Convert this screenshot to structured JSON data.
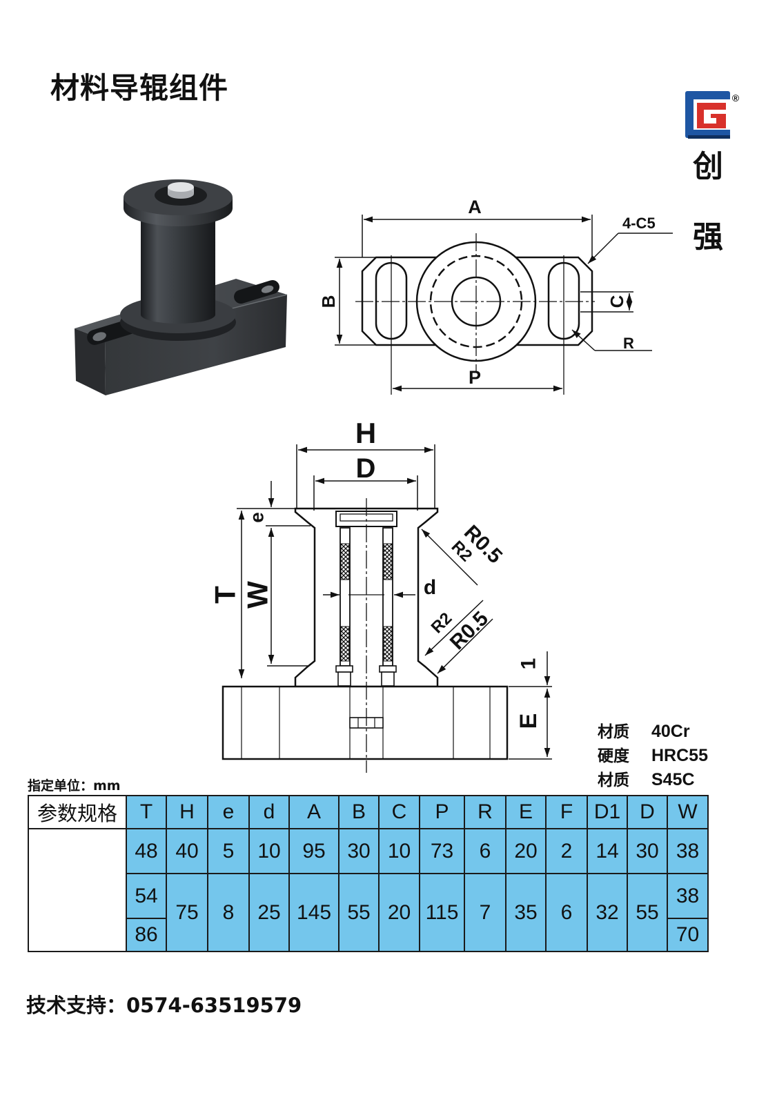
{
  "title": "材料导辊组件",
  "brand": {
    "logo_icon": "brand-logo-icon",
    "registered_mark": "®",
    "name_char_1": "创",
    "name_char_2": "强",
    "colors": {
      "blue": "#1e56a3",
      "red": "#d8312b"
    }
  },
  "top_view": {
    "dim_A": "A",
    "dim_chamfer": "4-C5",
    "dim_B": "B",
    "dim_C": "C",
    "dim_R": "R",
    "dim_P": "P"
  },
  "side_view": {
    "dim_H": "H",
    "dim_D": "D",
    "dim_e": "e",
    "dim_T": "T",
    "dim_W": "W",
    "dim_d": "d",
    "fillet_upper_outer": "R0.5",
    "fillet_upper_inner": "R2",
    "fillet_lower_inner": "R2",
    "fillet_lower_outer": "R0.5",
    "dim_1": "1",
    "dim_E": "E"
  },
  "materials": [
    {
      "label": "材质",
      "value": "40Cr"
    },
    {
      "label": "硬度",
      "value": "HRC55"
    },
    {
      "label": "材质",
      "value": "S45C"
    }
  ],
  "unit_note": "指定单位：mm",
  "table": {
    "header_label": "参数规格",
    "columns": [
      "T",
      "H",
      "e",
      "d",
      "A",
      "B",
      "C",
      "P",
      "R",
      "E",
      "F",
      "D1",
      "D",
      "W"
    ],
    "row_1": [
      "48",
      "40",
      "5",
      "10",
      "95",
      "30",
      "10",
      "73",
      "6",
      "20",
      "2",
      "14",
      "30",
      "38"
    ],
    "row_2": {
      "T": "54",
      "W": "38"
    },
    "row_3": {
      "T": "86",
      "W": "70"
    },
    "shared_rows_2_3": [
      "75",
      "8",
      "25",
      "145",
      "55",
      "20",
      "115",
      "7",
      "35",
      "6",
      "32",
      "55"
    ]
  },
  "support": "技术支持：0574-63519579",
  "colors": {
    "table_fill": "#74c6ec",
    "text": "#111111",
    "drawing_line": "#111111"
  }
}
